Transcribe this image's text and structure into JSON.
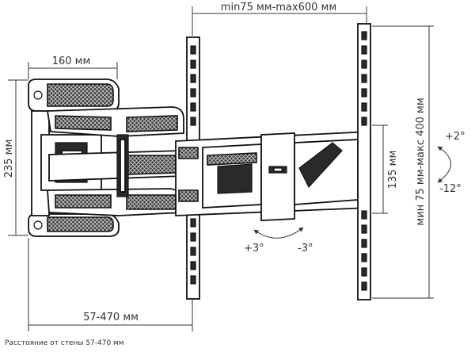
{
  "labels": {
    "vesa_horizontal": "min75 мм-max600 мм",
    "arm_width": "160 мм",
    "wall_plate_height": "235 мм",
    "wall_distance": "57-470 мм",
    "bracket_height": "135 мм",
    "vesa_vertical": "мин 75 мм-макс 400 мм",
    "tilt_up": "+2°",
    "tilt_down": "-12°",
    "swivel_left": "+3°",
    "swivel_right": "-3°"
  },
  "footer": {
    "note": "Расстояние от стены 57-470 мм"
  }
}
